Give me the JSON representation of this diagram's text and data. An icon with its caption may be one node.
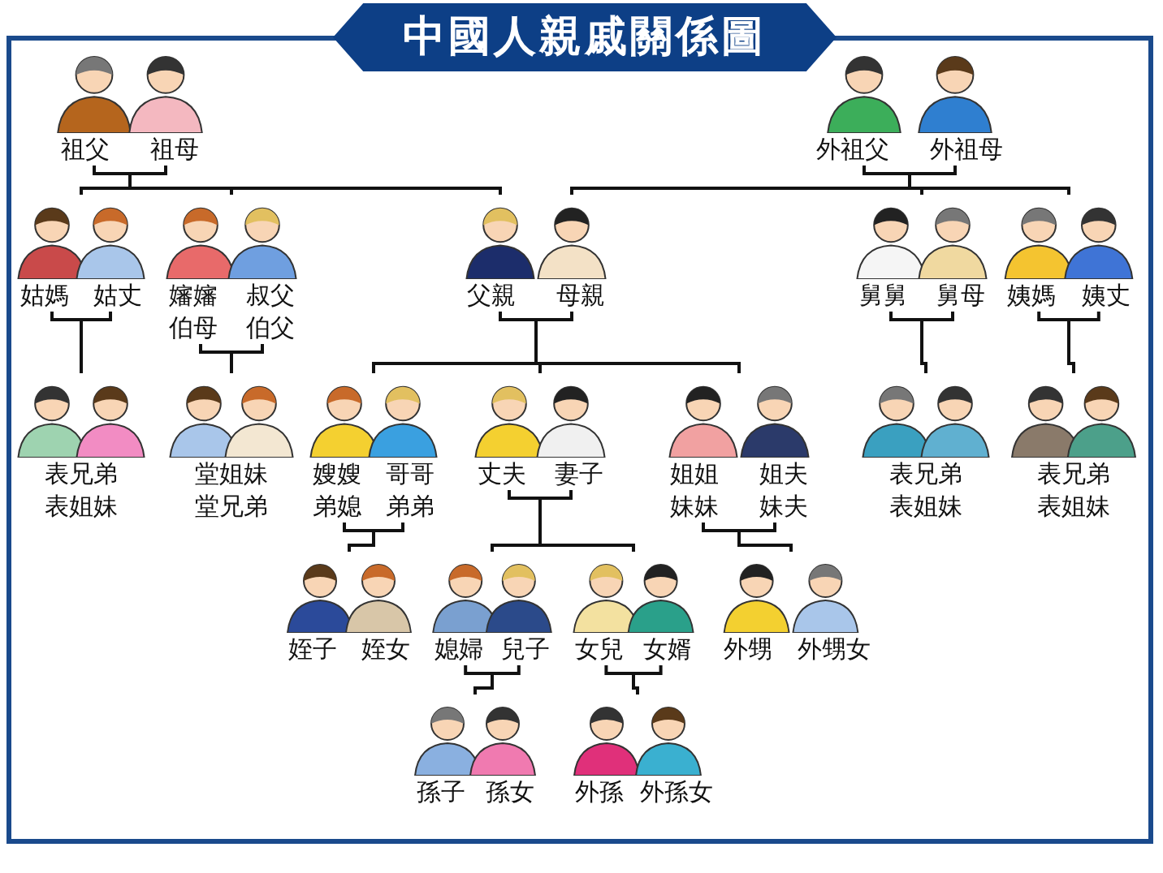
{
  "diagram": {
    "title": "中國人親戚關係圖",
    "nodes": [
      {
        "text": [
          "祖父",
          "祖母"
        ]
      },
      {
        "text": [
          "外祖父",
          "外祖母"
        ]
      },
      {
        "text": [
          "姑媽",
          "姑丈"
        ]
      },
      {
        "text": [
          "嬸嬸",
          "叔父",
          "伯母",
          "伯父"
        ]
      },
      {
        "text": [
          "父親",
          "母親"
        ]
      },
      {
        "text": [
          "舅舅",
          "舅母"
        ]
      },
      {
        "text": [
          "姨媽",
          "姨丈"
        ]
      },
      {
        "text": [
          "表兄弟",
          "表姐妹"
        ]
      },
      {
        "text": [
          "堂姐妹",
          "堂兄弟"
        ]
      },
      {
        "text": [
          "嫂嫂",
          "哥哥",
          "弟媳",
          "弟弟"
        ]
      },
      {
        "text": [
          "丈夫",
          "妻子"
        ]
      },
      {
        "text": [
          "姐姐",
          "姐夫",
          "妹妹",
          "妹夫"
        ]
      },
      {
        "text": [
          "表兄弟",
          "表姐妹"
        ]
      },
      {
        "text": [
          "表兄弟",
          "表姐妹"
        ]
      },
      {
        "text": [
          "姪子",
          "姪女"
        ]
      },
      {
        "text": [
          "媳婦",
          "兒子"
        ]
      },
      {
        "text": [
          "女兒",
          "女婿"
        ]
      },
      {
        "text": [
          "外甥",
          "外甥女"
        ]
      },
      {
        "text": [
          "孫子",
          "孫女"
        ]
      },
      {
        "text": [
          "外孫",
          "外孫女"
        ]
      }
    ],
    "edges": [
      {
        "from": 0,
        "to": 2,
        "arrow": "none"
      },
      {
        "from": 0,
        "to": 3,
        "arrow": "none"
      },
      {
        "from": 0,
        "to": 4,
        "arrow": "none"
      },
      {
        "from": 1,
        "to": 4,
        "arrow": "none"
      },
      {
        "from": 1,
        "to": 5,
        "arrow": "none"
      },
      {
        "from": 1,
        "to": 6,
        "arrow": "none"
      },
      {
        "from": 2,
        "to": 7,
        "arrow": "none"
      },
      {
        "from": 3,
        "to": 8,
        "arrow": "none"
      },
      {
        "from": 4,
        "to": 9,
        "arrow": "none"
      },
      {
        "from": 4,
        "to": 10,
        "arrow": "none"
      },
      {
        "from": 4,
        "to": 11,
        "arrow": "none"
      },
      {
        "from": 5,
        "to": 12,
        "arrow": "none"
      },
      {
        "from": 6,
        "to": 13,
        "arrow": "none"
      },
      {
        "from": 9,
        "to": 14,
        "arrow": "none"
      },
      {
        "from": 10,
        "to": 15,
        "arrow": "none"
      },
      {
        "from": 10,
        "to": 16,
        "arrow": "none"
      },
      {
        "from": 11,
        "to": 17,
        "arrow": "none"
      },
      {
        "from": 15,
        "to": 18,
        "arrow": "none"
      },
      {
        "from": 16,
        "to": 19,
        "arrow": "none"
      }
    ]
  }
}
